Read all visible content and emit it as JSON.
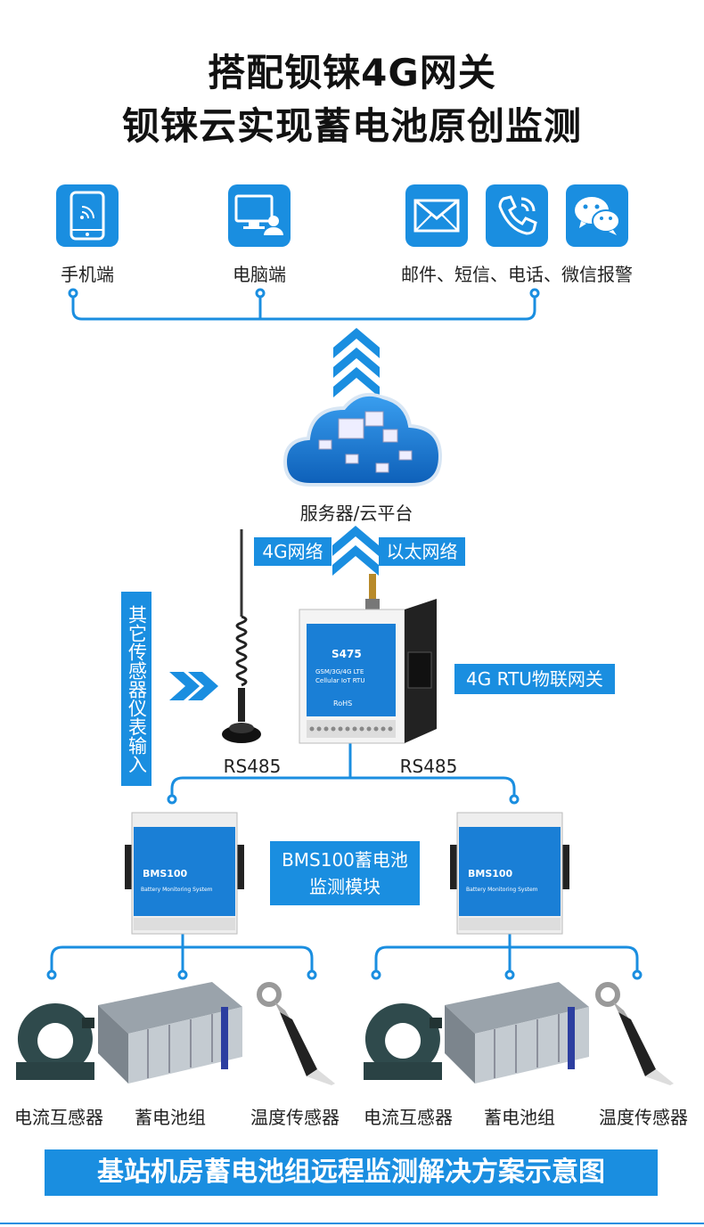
{
  "title": {
    "line1": "搭配钡铼4G网关",
    "line2": "钡铼云实现蓄电池原创监测"
  },
  "clients": [
    {
      "label": "手机端",
      "icon": "smartphone-icon"
    },
    {
      "label": "电脑端",
      "icon": "computer-user-icon"
    },
    {
      "label": "邮件、短信、电话、微信报警",
      "icons": [
        "mail-icon",
        "phone-call-icon",
        "wechat-icon"
      ]
    }
  ],
  "cloud": {
    "label": "服务器/云平台"
  },
  "network": {
    "left": "4G网络",
    "right": "以太网络"
  },
  "sensor_input": "其它传感器仪表输入",
  "gateway": {
    "label": "4G RTU物联网关",
    "model": "S475",
    "line_a": "GSM/3G/4G LTE",
    "line_b": "Cellular IoT RTU",
    "rohs": "RoHS"
  },
  "rs485": {
    "left": "RS485",
    "right": "RS485"
  },
  "bms": {
    "label_line1": "BMS100蓄电池",
    "label_line2": "监测模块",
    "model": "BMS100",
    "subtitle": "Battery Monitoring System"
  },
  "components": [
    {
      "label": "电流互感器"
    },
    {
      "label": "蓄电池组"
    },
    {
      "label": "温度传感器"
    },
    {
      "label": "电流互感器"
    },
    {
      "label": "蓄电池组"
    },
    {
      "label": "温度传感器"
    }
  ],
  "footer": "基站机房蓄电池组远程监测解决方案示意图",
  "colors": {
    "accent": "#1a8ee0",
    "text": "#222222"
  }
}
